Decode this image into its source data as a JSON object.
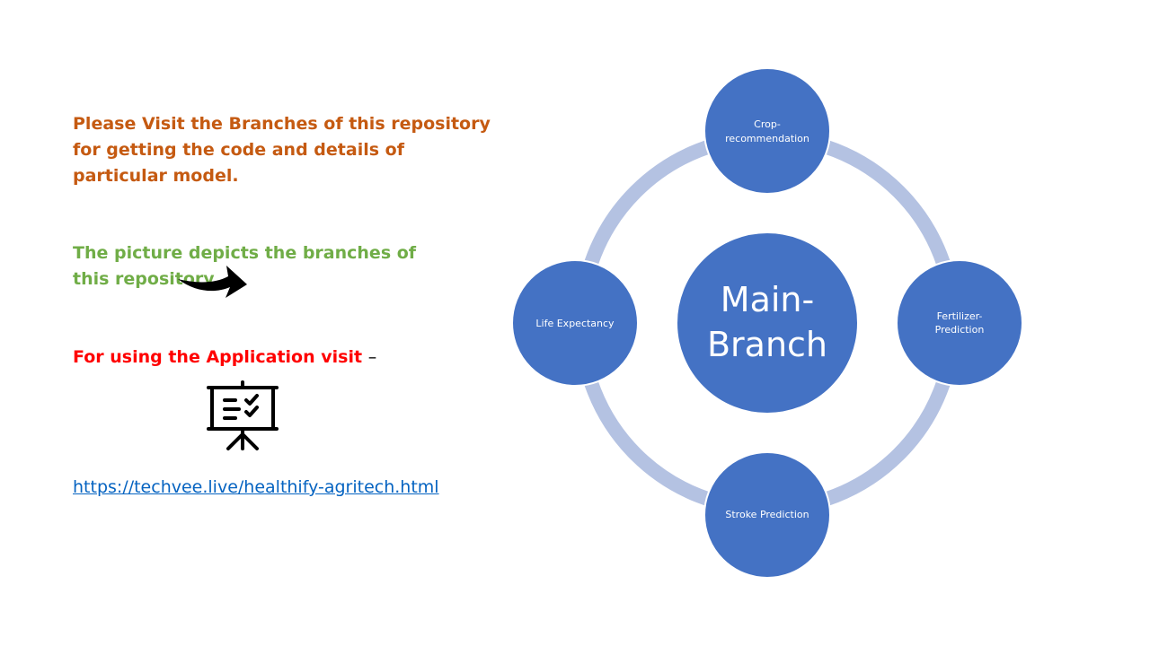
{
  "intro": {
    "text": "Please Visit the Branches of this repository for getting the code and details of particular model.",
    "color": "#c55a11"
  },
  "depicts": {
    "text": "The picture depicts the branches of this repository.",
    "color": "#70ad47"
  },
  "app": {
    "text": "For using the Application visit",
    "dash": "–",
    "color": "#ff0000",
    "link_text": "https://techvee.live/healthify-agritech.html",
    "link_color": "#0563c1"
  },
  "icons": {
    "arrow": "curved-arrow-right-icon",
    "presentation": "presentation-board-checklist-icon"
  },
  "diagram": {
    "center": {
      "line1": "Main-",
      "line2": "Branch"
    },
    "nodes": {
      "top": {
        "line1": "Crop-",
        "line2": "recommendation"
      },
      "right": {
        "line1": "Fertilizer-",
        "line2": "Prediction"
      },
      "bottom": {
        "line1": "Stroke Prediction"
      },
      "left": {
        "line1": "Life Expectancy"
      }
    },
    "node_color": "#4472c4",
    "node_border": "#ffffff",
    "ring_color": "#b4c2e2"
  }
}
